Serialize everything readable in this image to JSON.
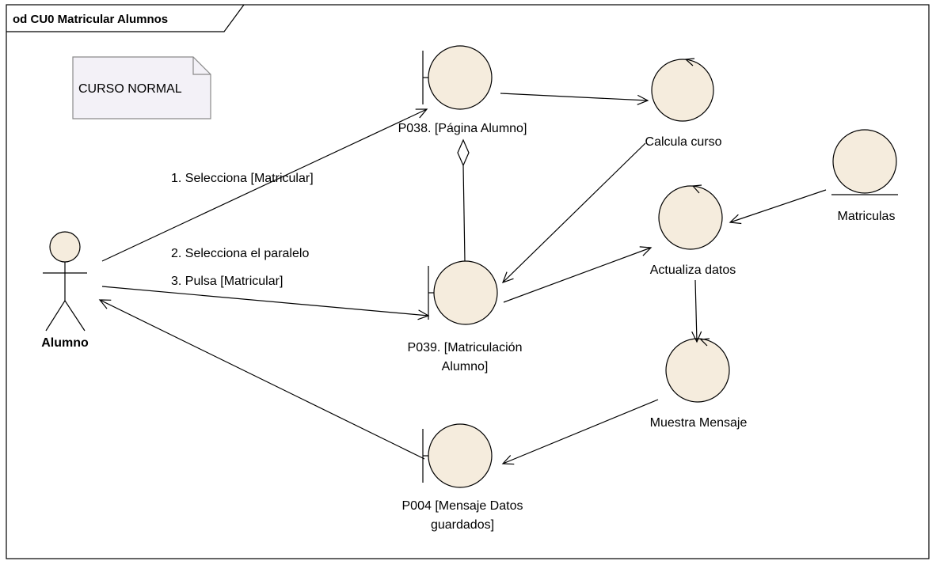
{
  "diagram": {
    "frame_title": "od CU0 Matricular Alumnos",
    "note_text": "CURSO NORMAL",
    "colors": {
      "fill": "#f5ecdd",
      "stroke": "#000000",
      "note_fill": "#f3f1f7",
      "note_stroke": "#8a8a8a"
    },
    "actor": {
      "label": "Alumno"
    },
    "objects": {
      "p038": {
        "label": "P038. [Página Alumno]"
      },
      "calcula": {
        "label": "Calcula curso"
      },
      "matriculas": {
        "label": "Matriculas"
      },
      "actualiza": {
        "label": "Actualiza datos"
      },
      "p039": {
        "label_line1": "P039. [Matriculación",
        "label_line2": "Alumno]"
      },
      "muestra": {
        "label": "Muestra Mensaje"
      },
      "p004": {
        "label_line1": "P004 [Mensaje Datos",
        "label_line2": "guardados]"
      }
    },
    "messages": {
      "m1": "1. Selecciona [Matricular]",
      "m2": "2. Selecciona el paralelo",
      "m3": "3. Pulsa [Matricular]"
    }
  }
}
